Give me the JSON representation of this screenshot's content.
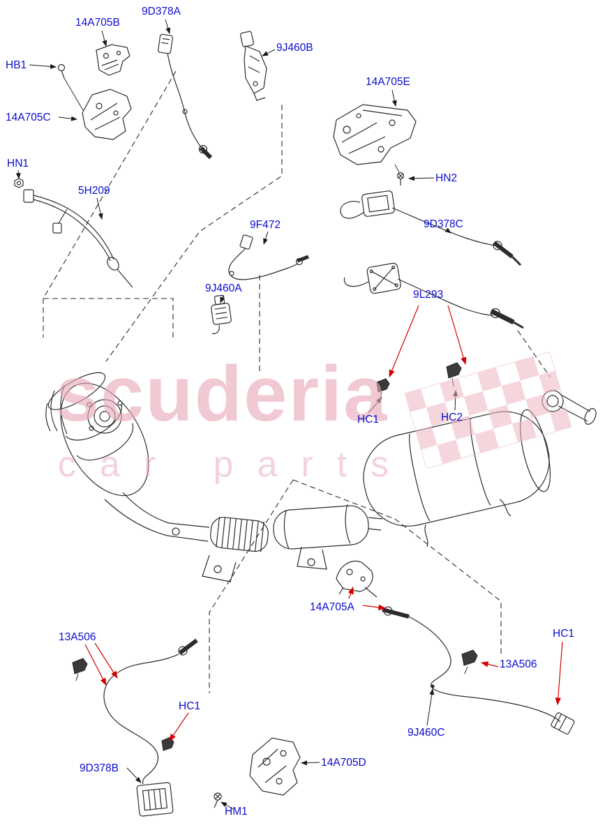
{
  "watermark": {
    "line1": "scuderia",
    "line2": "car parts"
  },
  "colors": {
    "label_blue": "#0b0bd0",
    "arrow_red": "#d40000",
    "line_black": "#2b2b2b",
    "watermark_pink": "#e9a9b8"
  },
  "labels": [
    {
      "text": "14A705B"
    },
    {
      "text": "9D378A"
    },
    {
      "text": "9J460B"
    },
    {
      "text": "HB1"
    },
    {
      "text": "14A705C"
    },
    {
      "text": "14A705E"
    },
    {
      "text": "HN1"
    },
    {
      "text": "5H209"
    },
    {
      "text": "HN2"
    },
    {
      "text": "9F472"
    },
    {
      "text": "9D378C"
    },
    {
      "text": "9J460A"
    },
    {
      "text": "9L293"
    },
    {
      "text": "HC1"
    },
    {
      "text": "HC2"
    },
    {
      "text": "13A506"
    },
    {
      "text": "14A705A"
    },
    {
      "text": "HC1"
    },
    {
      "text": "13A506"
    },
    {
      "text": "HC1"
    },
    {
      "text": "9J460C"
    },
    {
      "text": "9D378B"
    },
    {
      "text": "14A705D"
    },
    {
      "text": "HM1"
    }
  ]
}
